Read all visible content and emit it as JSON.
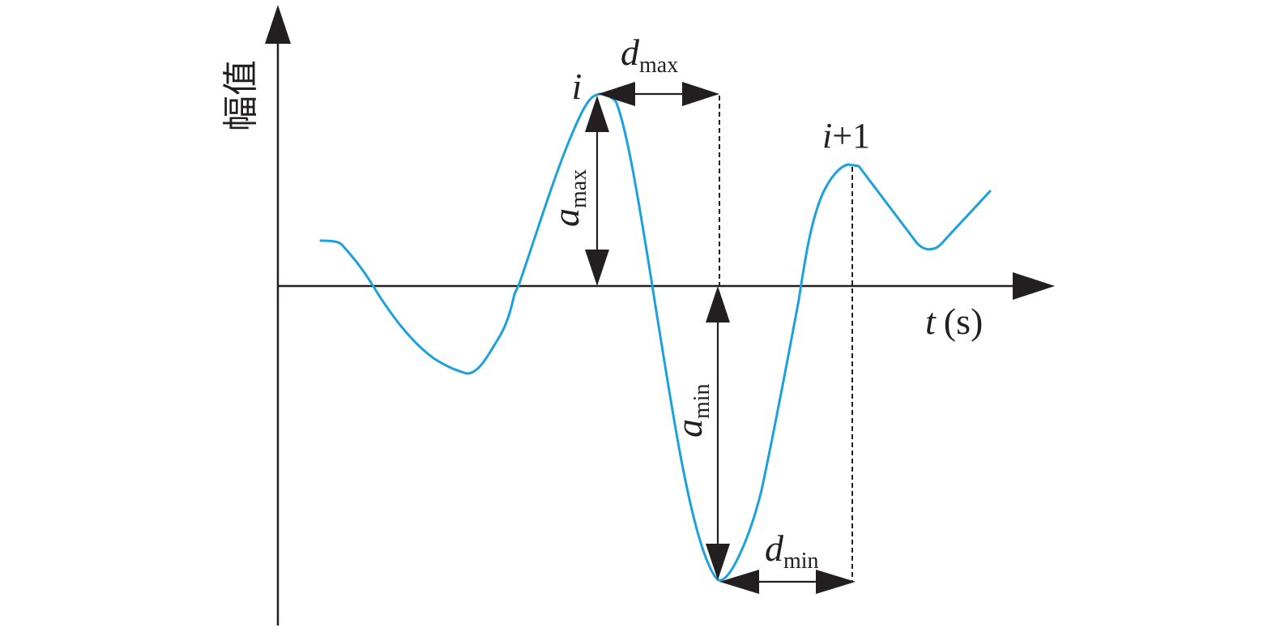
{
  "y_axis_label": "幅值",
  "x_axis_label": {
    "var": "t",
    "unit": "(s)"
  },
  "peak_labels": {
    "first": "i",
    "second_var": "i",
    "second_suffix": "+1"
  },
  "measures": {
    "a_max": {
      "base": "a",
      "sub": "max"
    },
    "a_min": {
      "base": "a",
      "sub": "min"
    },
    "d_max": {
      "base": "d",
      "sub": "max"
    },
    "d_min": {
      "base": "d",
      "sub": "min"
    }
  },
  "colors": {
    "signal": "#1ba1dc",
    "ink": "#231f20"
  }
}
